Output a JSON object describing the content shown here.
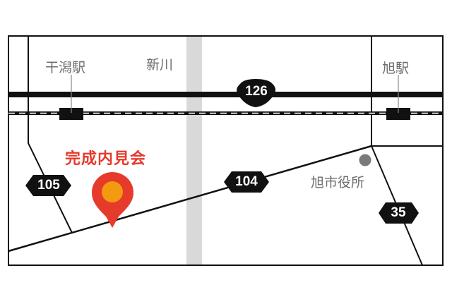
{
  "map": {
    "colors": {
      "line": "#111111",
      "river": "#d9d9d9",
      "label_gray": "#6e6e6e",
      "pin": "#e63a2b",
      "pin_center": "#f39a10",
      "city_hall_dot": "#7a7a7a"
    },
    "stations": [
      {
        "name": "干潟駅",
        "id": "higata-station"
      },
      {
        "name": "旭駅",
        "id": "asahi-station"
      }
    ],
    "river": {
      "name": "新川"
    },
    "routes": [
      {
        "number": "126",
        "shape": "national-route-shield"
      },
      {
        "number": "105",
        "shape": "hexagon"
      },
      {
        "number": "104",
        "shape": "hexagon"
      },
      {
        "number": "35",
        "shape": "hexagon"
      }
    ],
    "landmarks": [
      {
        "name": "旭市役所",
        "icon": "dot-icon"
      }
    ],
    "destination": {
      "label": "完成内見会",
      "icon": "map-pin-icon"
    }
  }
}
